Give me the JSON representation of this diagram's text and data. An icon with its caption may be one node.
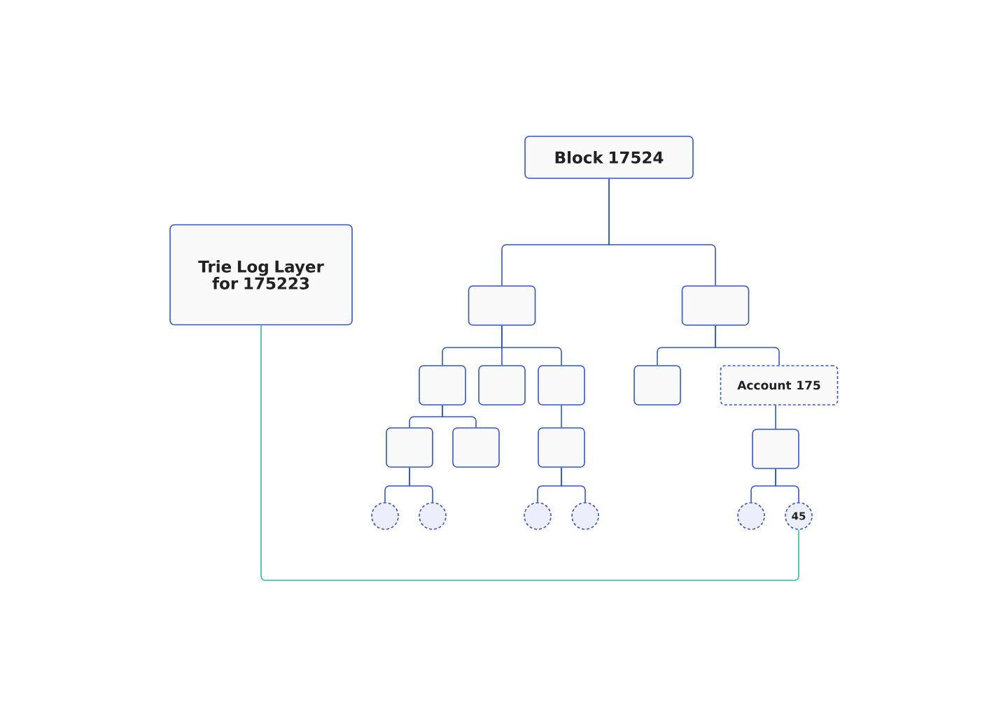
{
  "diagram": {
    "nodes": [
      {
        "text": [
          "Block 17524"
        ]
      },
      {
        "text": [
          "Trie Log Layer for 175223"
        ]
      },
      {
        "text": [],
        "shape": "box"
      },
      {
        "text": [],
        "shape": "box"
      },
      {
        "text": [],
        "shape": "box"
      },
      {
        "text": [],
        "shape": "box"
      },
      {
        "text": [],
        "shape": "box"
      },
      {
        "text": [],
        "shape": "box"
      },
      {
        "text": [
          "Account 175"
        ]
      },
      {
        "text": [],
        "shape": "box"
      },
      {
        "text": [],
        "shape": "box"
      },
      {
        "text": [],
        "shape": "box"
      },
      {
        "text": [],
        "shape": "box"
      },
      {
        "text": [],
        "shape": "circle"
      },
      {
        "text": [],
        "shape": "circle"
      },
      {
        "text": [],
        "shape": "circle"
      },
      {
        "text": [],
        "shape": "circle"
      },
      {
        "text": [],
        "shape": "circle"
      },
      {
        "text": [
          "45"
        ]
      }
    ],
    "edges": [
      {
        "from": 0,
        "to": 2,
        "arrow": "none"
      },
      {
        "from": 0,
        "to": 3,
        "arrow": "none"
      },
      {
        "from": 2,
        "to": 4,
        "arrow": "none"
      },
      {
        "from": 2,
        "to": 5,
        "arrow": "none"
      },
      {
        "from": 2,
        "to": 6,
        "arrow": "none"
      },
      {
        "from": 3,
        "to": 7,
        "arrow": "none"
      },
      {
        "from": 3,
        "to": 8,
        "arrow": "none"
      },
      {
        "from": 4,
        "to": 9,
        "arrow": "none"
      },
      {
        "from": 4,
        "to": 10,
        "arrow": "none"
      },
      {
        "from": 6,
        "to": 11,
        "arrow": "none"
      },
      {
        "from": 8,
        "to": 12,
        "arrow": "none"
      },
      {
        "from": 9,
        "to": 13,
        "arrow": "none"
      },
      {
        "from": 9,
        "to": 14,
        "arrow": "none"
      },
      {
        "from": 11,
        "to": 15,
        "arrow": "none"
      },
      {
        "from": 11,
        "to": 16,
        "arrow": "none"
      },
      {
        "from": 12,
        "to": 17,
        "arrow": "none"
      },
      {
        "from": 12,
        "to": 18,
        "arrow": "none"
      },
      {
        "from": 1,
        "to": 18,
        "arrow": "none",
        "color": "#22c3a0"
      }
    ]
  }
}
